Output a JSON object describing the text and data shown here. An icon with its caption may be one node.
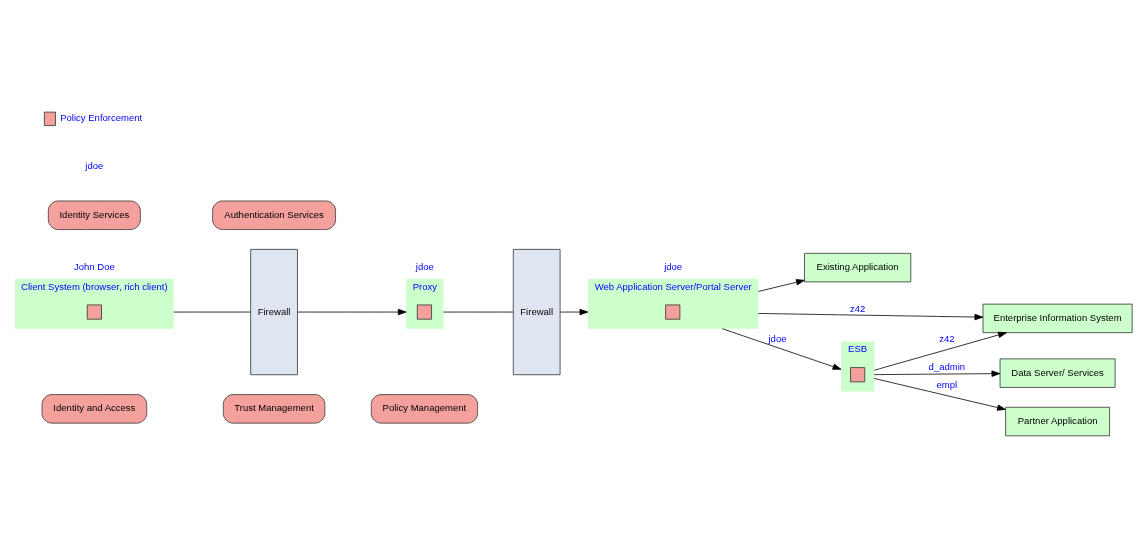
{
  "diagram": {
    "nodes": [
      {
        "text": [
          "Identity and Access"
        ]
      },
      {
        "text": [
          "Trust Management"
        ]
      },
      {
        "text": [
          "Policy Management"
        ]
      },
      {
        "text": [
          "Client System (browser, rich client)"
        ],
        "beside": [
          "John Doe"
        ]
      },
      {
        "text": [],
        "shape": "box",
        "in": 3
      },
      {
        "text": [
          "Firewall"
        ]
      },
      {
        "text": [
          "Proxy"
        ],
        "beside": [
          "jdoe"
        ]
      },
      {
        "text": [],
        "shape": "box",
        "in": 6
      },
      {
        "text": [
          "Firewall"
        ]
      },
      {
        "text": [
          "Web Application Server/Portal Server"
        ],
        "beside": [
          "jdoe"
        ]
      },
      {
        "text": [],
        "shape": "box",
        "in": 9
      },
      {
        "text": [
          "Existing Application"
        ]
      },
      {
        "text": [
          "ESB"
        ]
      },
      {
        "text": [],
        "shape": "box",
        "in": 12
      },
      {
        "text": [
          "Enterprise Information System"
        ]
      },
      {
        "text": [
          "Data Server/ Services"
        ]
      },
      {
        "text": [
          "Partner Application"
        ]
      },
      {
        "text": [
          "Identity Services"
        ]
      },
      {
        "text": [
          "Authentication Services"
        ]
      }
    ],
    "edges": [
      {
        "from": 3,
        "to": 5,
        "arrow": "none"
      },
      {
        "from": 5,
        "to": 6,
        "arrow": "to"
      },
      {
        "from": 6,
        "to": 8,
        "arrow": "none"
      },
      {
        "from": 8,
        "to": 9,
        "arrow": "to"
      },
      {
        "from": 9,
        "to": 14,
        "arrow": "to",
        "label": "z42"
      },
      {
        "from": 9,
        "to": 12,
        "arrow": "to",
        "label": "jdoe"
      },
      {
        "from": 9,
        "to": 11,
        "arrow": "to"
      },
      {
        "from": 12,
        "to": 14,
        "arrow": "to",
        "label": "z42"
      },
      {
        "from": 12,
        "to": 15,
        "arrow": "to",
        "label": "d_admin"
      },
      {
        "from": 12,
        "to": 16,
        "arrow": "to",
        "label": "empl"
      }
    ],
    "labels": [
      "jdoe"
    ],
    "legend": [
      {
        "text": "Policy Enforcement",
        "color": "#f4a09c"
      }
    ]
  }
}
